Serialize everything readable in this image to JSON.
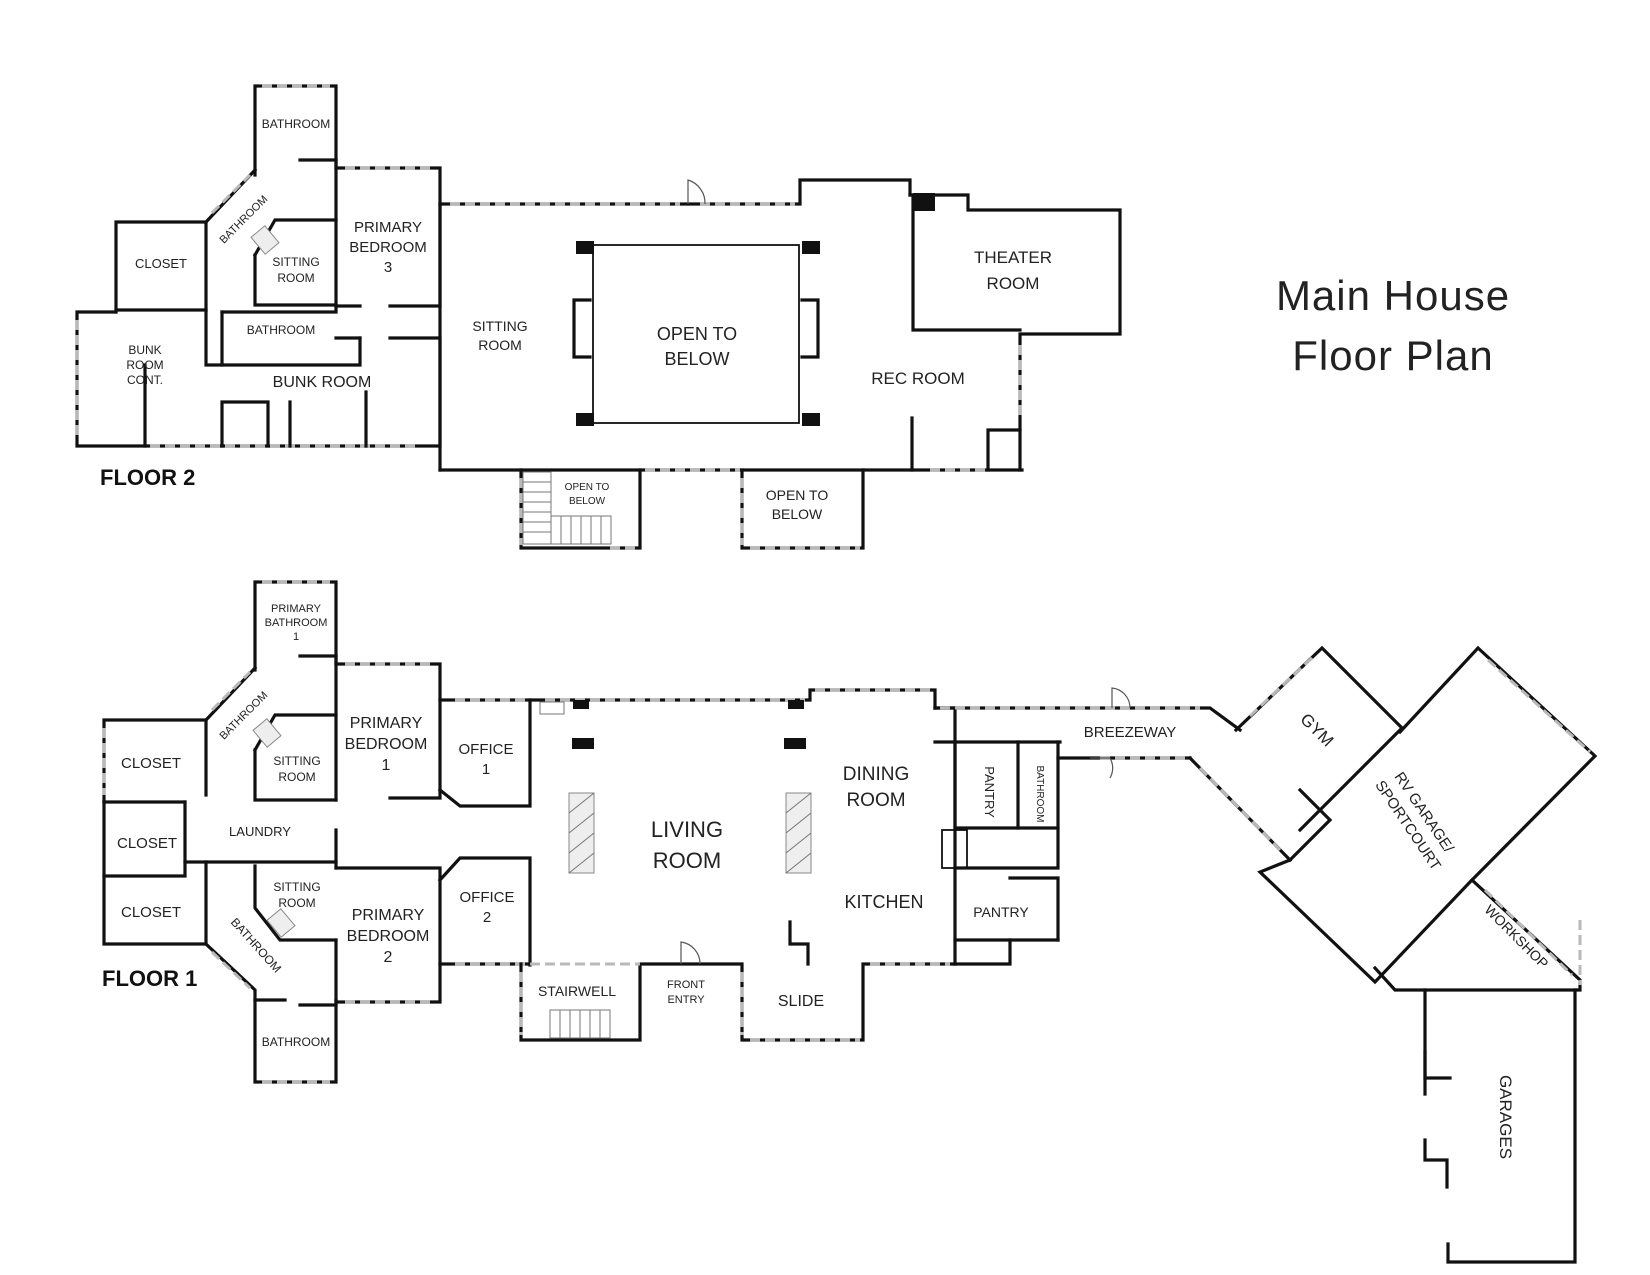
{
  "title": {
    "line1": "Main House",
    "line2": "Floor Plan"
  },
  "floors": {
    "floor2": "FLOOR 2",
    "floor1": "FLOOR 1"
  },
  "floor2_rooms": {
    "bathroom_top": "BATHROOM",
    "bathroom_diag": "BATHROOM",
    "closet": "CLOSET",
    "sitting_room_1": "SITTING",
    "sitting_room_2": "ROOM",
    "primary_bedroom_3_l1": "PRIMARY",
    "primary_bedroom_3_l2": "BEDROOM",
    "primary_bedroom_3_l3": "3",
    "bathroom_mid": "BATHROOM",
    "bunk_cont_l1": "BUNK",
    "bunk_cont_l2": "ROOM",
    "bunk_cont_l3": "CONT.",
    "bunk_room": "BUNK ROOM",
    "sitting_big_1": "SITTING",
    "sitting_big_2": "ROOM",
    "open_below_1": "OPEN TO",
    "open_below_2": "BELOW",
    "theater_1": "THEATER",
    "theater_2": "ROOM",
    "rec_room": "REC ROOM",
    "open_below_small_1": "OPEN TO",
    "open_below_small_2": "BELOW",
    "open_below_right_1": "OPEN TO",
    "open_below_right_2": "BELOW"
  },
  "floor1_rooms": {
    "primary_bath_1_l1": "PRIMARY",
    "primary_bath_1_l2": "BATHROOM",
    "primary_bath_1_l3": "1",
    "bathroom_diag_top": "BATHROOM",
    "closet_1": "CLOSET",
    "sitting_1_l1": "SITTING",
    "sitting_1_l2": "ROOM",
    "primary_bed_1_l1": "PRIMARY",
    "primary_bed_1_l2": "BEDROOM",
    "primary_bed_1_l3": "1",
    "office_1_l1": "OFFICE",
    "office_1_l2": "1",
    "closet_2": "CLOSET",
    "laundry": "LAUNDRY",
    "closet_3": "CLOSET",
    "sitting_2_l1": "SITTING",
    "sitting_2_l2": "ROOM",
    "primary_bed_2_l1": "PRIMARY",
    "primary_bed_2_l2": "BEDROOM",
    "primary_bed_2_l3": "2",
    "office_2_l1": "OFFICE",
    "office_2_l2": "2",
    "bathroom_diag_bottom": "BATHROOM",
    "bathroom_bottom": "BATHROOM",
    "living_l1": "LIVING",
    "living_l2": "ROOM",
    "dining_l1": "DINING",
    "dining_l2": "ROOM",
    "kitchen": "KITCHEN",
    "pantry_vert": "PANTRY",
    "bathroom_vert": "BATHROOM",
    "pantry": "PANTRY",
    "breezeway": "BREEZEWAY",
    "gym": "GYM",
    "rv_l1": "RV GARAGE/",
    "rv_l2": "SPORTCOURT",
    "workshop": "WORKSHOP",
    "garages": "GARAGES",
    "stairwell": "STAIRWELL",
    "front_entry_l1": "FRONT",
    "front_entry_l2": "ENTRY",
    "slide": "SLIDE"
  }
}
